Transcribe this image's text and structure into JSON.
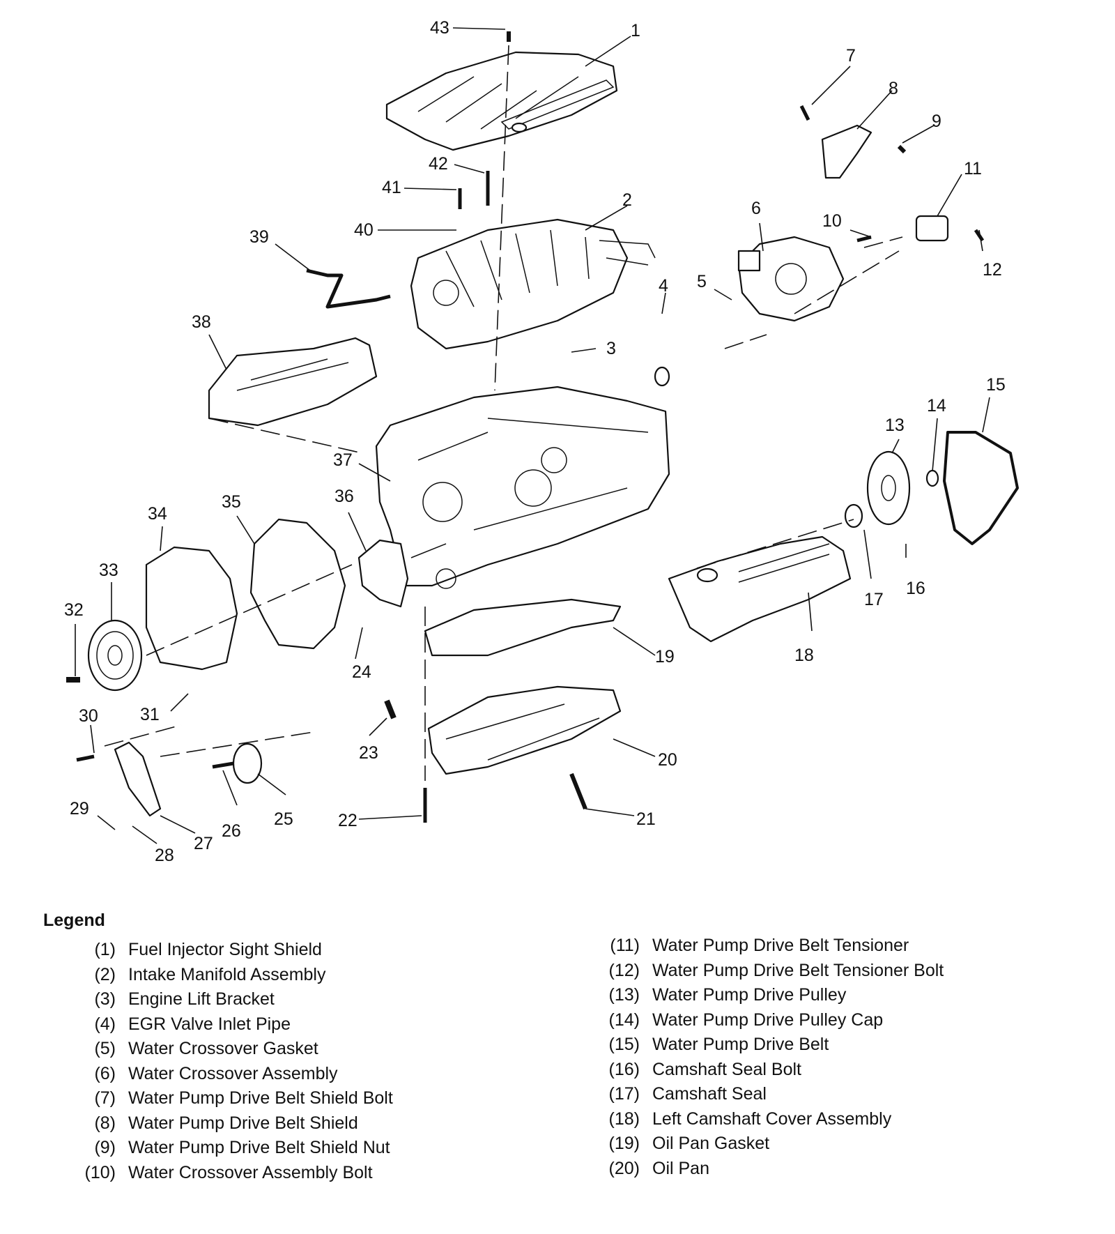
{
  "callouts": [
    "1",
    "2",
    "3",
    "4",
    "5",
    "6",
    "7",
    "8",
    "9",
    "10",
    "11",
    "12",
    "13",
    "14",
    "15",
    "16",
    "17",
    "18",
    "19",
    "20",
    "21",
    "22",
    "23",
    "24",
    "25",
    "26",
    "27",
    "28",
    "29",
    "30",
    "31",
    "32",
    "33",
    "34",
    "35",
    "36",
    "37",
    "38",
    "39",
    "40",
    "41",
    "42",
    "43"
  ],
  "legend": {
    "title": "Legend",
    "left": [
      {
        "num": "(1)",
        "label": "Fuel Injector Sight Shield"
      },
      {
        "num": "(2)",
        "label": "Intake Manifold Assembly"
      },
      {
        "num": "(3)",
        "label": "Engine Lift Bracket"
      },
      {
        "num": "(4)",
        "label": "EGR Valve Inlet Pipe"
      },
      {
        "num": "(5)",
        "label": "Water Crossover Gasket"
      },
      {
        "num": "(6)",
        "label": "Water Crossover Assembly"
      },
      {
        "num": "(7)",
        "label": "Water Pump Drive Belt Shield Bolt"
      },
      {
        "num": "(8)",
        "label": "Water Pump Drive Belt Shield"
      },
      {
        "num": "(9)",
        "label": "Water Pump Drive Belt Shield Nut"
      },
      {
        "num": "(10)",
        "label": "Water Crossover Assembly Bolt"
      }
    ],
    "right": [
      {
        "num": "(11)",
        "label": "Water Pump Drive Belt Tensioner"
      },
      {
        "num": "(12)",
        "label": "Water Pump Drive Belt Tensioner Bolt"
      },
      {
        "num": "(13)",
        "label": "Water Pump Drive Pulley"
      },
      {
        "num": "(14)",
        "label": "Water Pump Drive Pulley Cap"
      },
      {
        "num": "(15)",
        "label": "Water Pump Drive Belt"
      },
      {
        "num": "(16)",
        "label": "Camshaft Seal Bolt"
      },
      {
        "num": "(17)",
        "label": "Camshaft Seal"
      },
      {
        "num": "(18)",
        "label": "Left Camshaft Cover Assembly"
      },
      {
        "num": "(19)",
        "label": "Oil Pan Gasket"
      },
      {
        "num": "(20)",
        "label": "Oil Pan"
      }
    ]
  }
}
